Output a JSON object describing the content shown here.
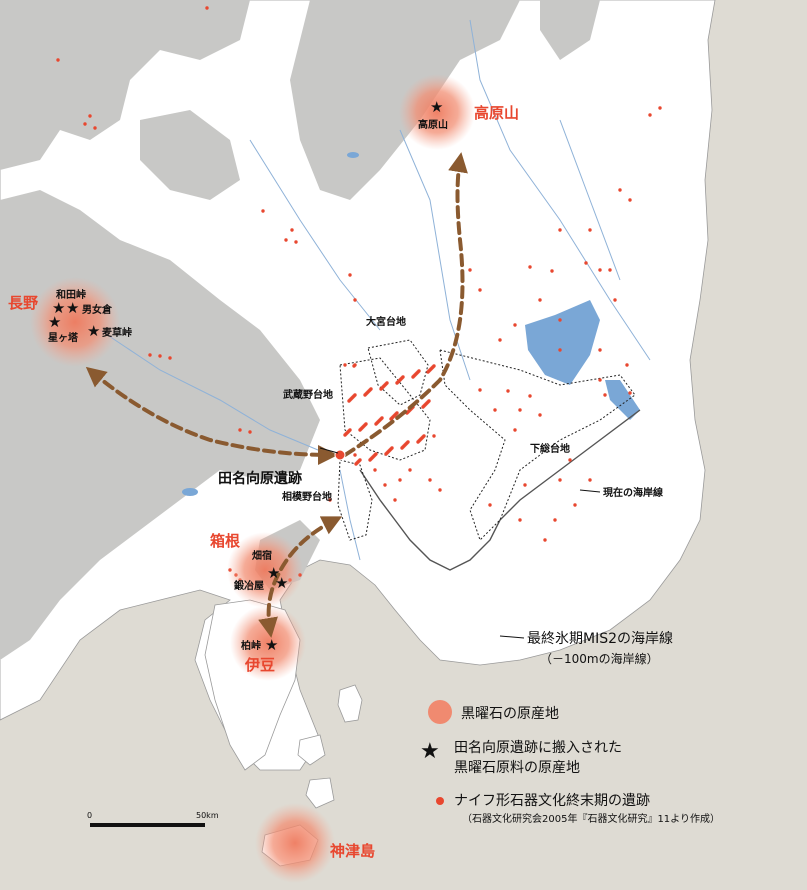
{
  "source_regions": [
    {
      "id": "takaharayama",
      "name": "高原山",
      "sub": [
        "高原山"
      ]
    },
    {
      "id": "nagano",
      "name": "長野",
      "sub": [
        "和田峠",
        "男女倉",
        "星ヶ塔",
        "麦草峠"
      ]
    },
    {
      "id": "hakone",
      "name": "箱根",
      "sub": [
        "畑宿",
        "鍛冶屋"
      ]
    },
    {
      "id": "izu",
      "name": "伊豆",
      "sub": [
        "柏峠"
      ]
    },
    {
      "id": "kozushima",
      "name": "神津島",
      "sub": []
    }
  ],
  "site": {
    "name": "田名向原遺跡"
  },
  "plateaus": [
    "大宮台地",
    "武蔵野台地",
    "相模野台地",
    "下総台地"
  ],
  "coastline_labels": {
    "present": "現在の海岸線",
    "lgm": "最終氷期MIS2の海岸線",
    "lgm_note": "（－100mの海岸線）"
  },
  "scale": {
    "zero": "0",
    "max": "50km"
  },
  "legend": {
    "source_area": "黒曜石の原産地",
    "star_line1": "田名向原遺跡に搬入された",
    "star_line2": "黒曜石原料の原産地",
    "dot_line": "ナイフ形石器文化終末期の遺跡",
    "citation": "（石器文化研究会2005年『石器文化研究』11より作成）"
  },
  "colors": {
    "sea": "#dedbd3",
    "land": "#ffffff",
    "mountain": "#c9c9c7",
    "water": "#7aa7d6",
    "site_dot": "#e8472f",
    "source_glow": "#f08a70",
    "arrow": "#8a5a30"
  }
}
